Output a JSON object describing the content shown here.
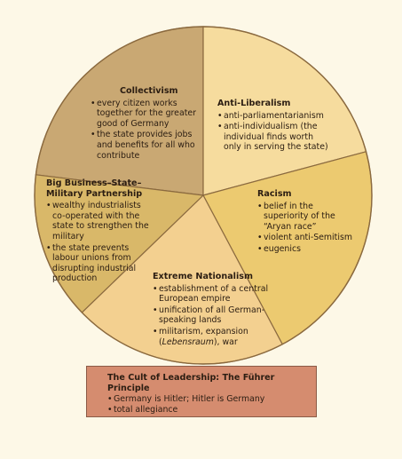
{
  "colors": {
    "page_background": "#fdf8e7",
    "collectivism": "#c9a873",
    "anti_liberalism": "#f6dc9e",
    "racism": "#ecca70",
    "extreme_nationalism": "#f3d090",
    "big_business": "#d9b869",
    "outline": "#8b6a3f",
    "cult_box": "#d58c6f"
  },
  "segments": {
    "collectivism": {
      "title": "Collectivism",
      "bullets": [
        "every citizen works together for the greater good of Germany",
        "the state provides jobs and benefits for all who contribute"
      ]
    },
    "anti_liberalism": {
      "title": "Anti-Liberalism",
      "bullets": [
        "anti-parliamentarianism",
        "anti-individualism (the individual finds worth only in serving the state)"
      ]
    },
    "racism": {
      "title": "Racism",
      "bullets": [
        "belief in the superiority of the “Aryan race”",
        "violent anti-Semitism",
        "eugenics"
      ]
    },
    "extreme_nationalism": {
      "title": "Extreme Nationalism",
      "bullets": [
        "establishment of a central European empire",
        "unification of all German-speaking lands"
      ],
      "bullet3_prefix": "militarism, expansion (",
      "bullet3_italic": "Lebensraum",
      "bullet3_suffix": "), war"
    },
    "big_business": {
      "title": "Big Business–State–Military Partnership",
      "bullets": [
        "wealthy industrialists co-operated with the state to strengthen the military",
        "the state prevents labour unions from disrupting industrial production"
      ]
    }
  },
  "cult_of_leadership": {
    "title": "The Cult of Leadership: The Führer Principle",
    "bullets": [
      "Germany is Hitler; Hitler is Germany",
      "total allegiance"
    ]
  }
}
